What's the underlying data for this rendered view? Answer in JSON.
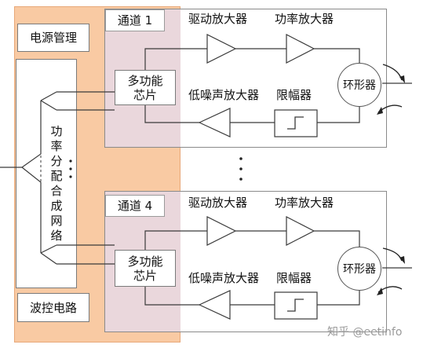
{
  "left_panel": {
    "power_management": "电源管理",
    "beam_control": "波控电路",
    "network_label": [
      "功",
      "率",
      "分",
      "配",
      "合",
      "成",
      "网",
      "络"
    ]
  },
  "channels": [
    {
      "name": "通道 1",
      "chip": "多功能芯片",
      "chip_lines": [
        "多功能",
        "芯片"
      ],
      "driver_amp": "驱动放大器",
      "power_amp": "功率放大器",
      "lna": "低噪声放大器",
      "limiter": "限幅器",
      "circulator": "环形器"
    },
    {
      "name": "通道 4",
      "chip": "多功能芯片",
      "chip_lines": [
        "多功能",
        "芯片"
      ],
      "driver_amp": "驱动放大器",
      "power_amp": "功率放大器",
      "lna": "低噪声放大器",
      "limiter": "限幅器",
      "circulator": "环形器"
    }
  ],
  "watermark": "知乎 @eetinfo",
  "colors": {
    "orange_panel": "#f9caa3",
    "orange_border": "#e8a878",
    "chip_region": "#ead7dc",
    "channel_border": "#8a8a8a",
    "line": "#3a3a3a"
  }
}
